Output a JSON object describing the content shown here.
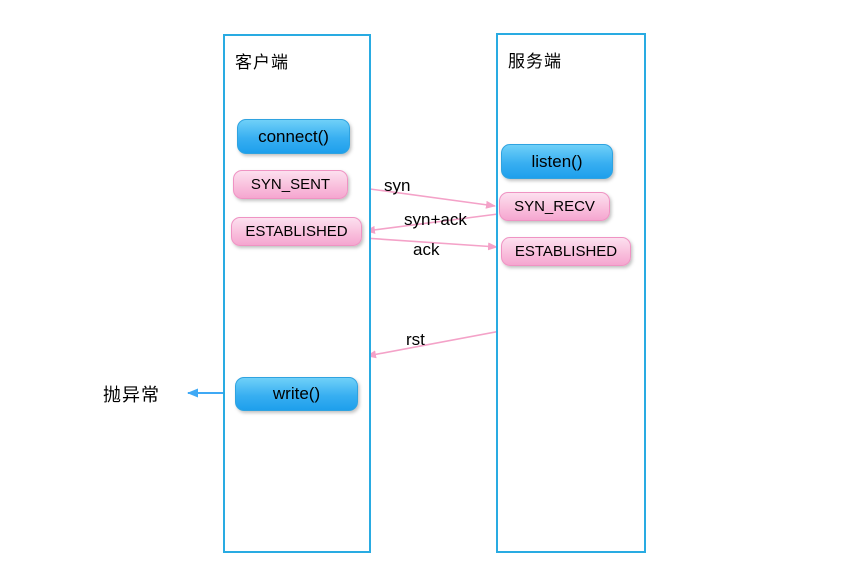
{
  "client": {
    "title": "客户端",
    "connect_label": "connect()",
    "syn_sent_label": "SYN_SENT",
    "established_label": "ESTABLISHED",
    "write_label": "write()"
  },
  "server": {
    "title": "服务端",
    "listen_label": "listen()",
    "syn_recv_label": "SYN_RECV",
    "established_label": "ESTABLISHED"
  },
  "messages": {
    "syn": "syn",
    "syn_ack": "syn+ack",
    "ack": "ack",
    "rst": "rst"
  },
  "exception_label": "抛异常",
  "colors": {
    "lifeline_border": "#29ABE2",
    "blue_node_top": "#6FD0F8",
    "blue_node_bottom": "#1E9FEC",
    "pink_node_top": "#FCE0EF",
    "pink_node_bottom": "#F5A6D0",
    "pink_node_border": "#EF93C3",
    "pink_arrow": "#F4A2C8",
    "blue_arrow": "#3FA9F5",
    "text": "#000000"
  }
}
